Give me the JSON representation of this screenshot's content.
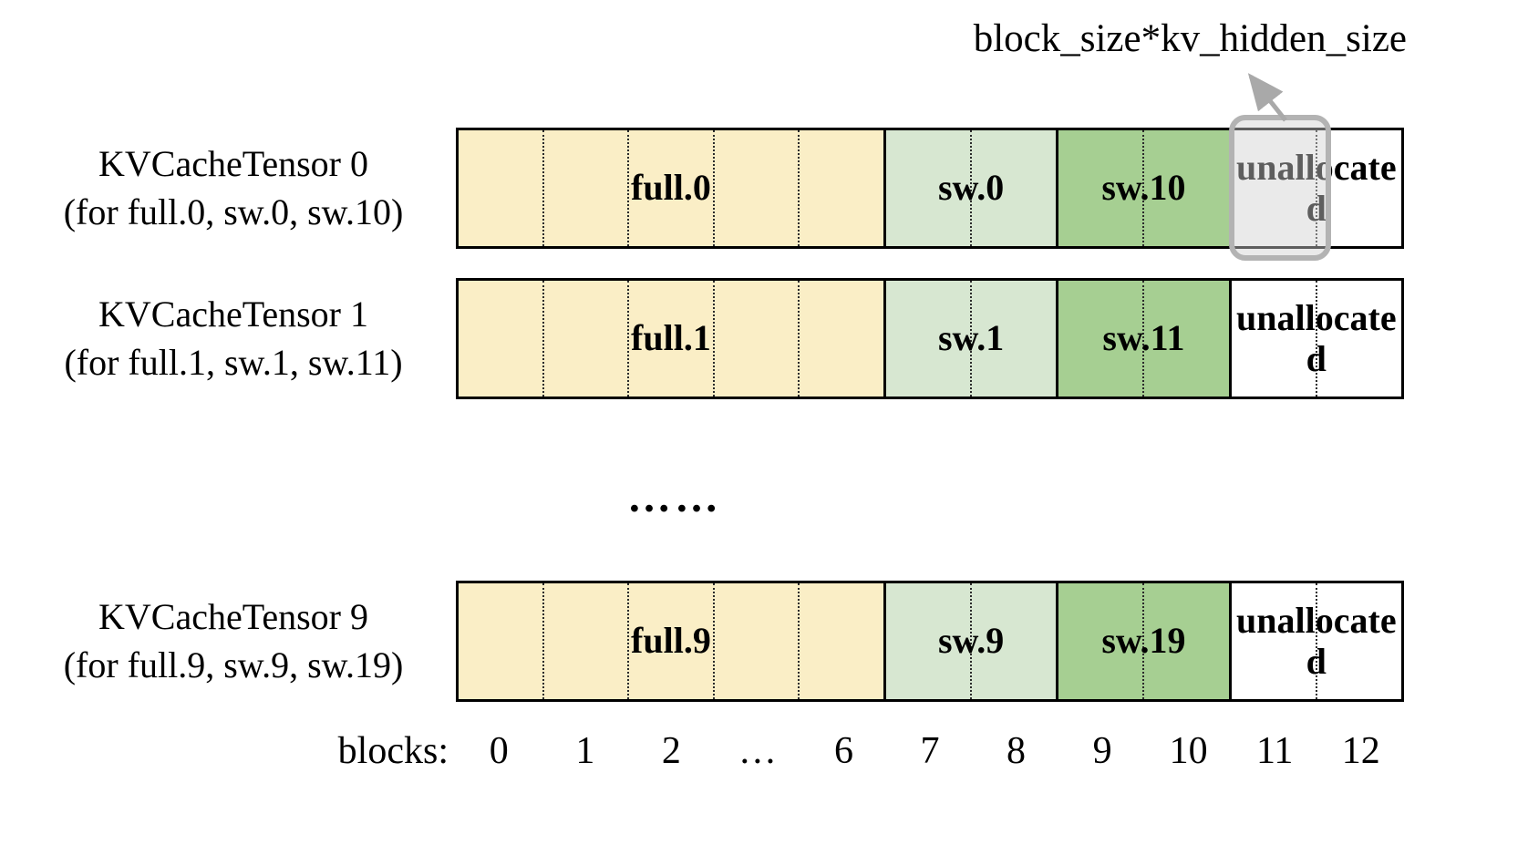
{
  "annotation": {
    "label": "block_size*kv_hidden_size"
  },
  "rows": [
    {
      "title": "KVCacheTensor 0",
      "subtitle": "(for full.0, sw.0, sw.10)",
      "highlighted": true,
      "segments": [
        {
          "label": "full.0",
          "color": "#FAEEC6",
          "blocks": 5
        },
        {
          "label": "sw.0",
          "color": "#D7E7D1",
          "blocks": 2
        },
        {
          "label": "sw.10",
          "color": "#A6CF92",
          "blocks": 2
        },
        {
          "label": "unallocated",
          "color": "#FFFFFF",
          "blocks": 2
        }
      ]
    },
    {
      "title": "KVCacheTensor 1",
      "subtitle": "(for full.1, sw.1, sw.11)",
      "highlighted": false,
      "segments": [
        {
          "label": "full.1",
          "color": "#FAEEC6",
          "blocks": 5
        },
        {
          "label": "sw.1",
          "color": "#D7E7D1",
          "blocks": 2
        },
        {
          "label": "sw.11",
          "color": "#A6CF92",
          "blocks": 2
        },
        {
          "label": "unallocated",
          "color": "#FFFFFF",
          "blocks": 2
        }
      ]
    },
    {
      "title": "KVCacheTensor 9",
      "subtitle": "(for full.9, sw.9, sw.19)",
      "highlighted": false,
      "segments": [
        {
          "label": "full.9",
          "color": "#FAEEC6",
          "blocks": 5
        },
        {
          "label": "sw.9",
          "color": "#D7E7D1",
          "blocks": 2
        },
        {
          "label": "sw.19",
          "color": "#A6CF92",
          "blocks": 2
        },
        {
          "label": "unallocated",
          "color": "#FFFFFF",
          "blocks": 2
        }
      ]
    }
  ],
  "ellipsis": "……",
  "axis": {
    "label": "blocks:",
    "ticks": [
      "0",
      "1",
      "2",
      "…",
      "6",
      "7",
      "8",
      "9",
      "10",
      "11",
      "12"
    ]
  },
  "colors": {
    "bar_border": "#000000",
    "highlight_border": "#B3B3B3",
    "highlight_fill": "rgba(208,208,208,0.45)",
    "arrow": "#A9A9A9"
  }
}
